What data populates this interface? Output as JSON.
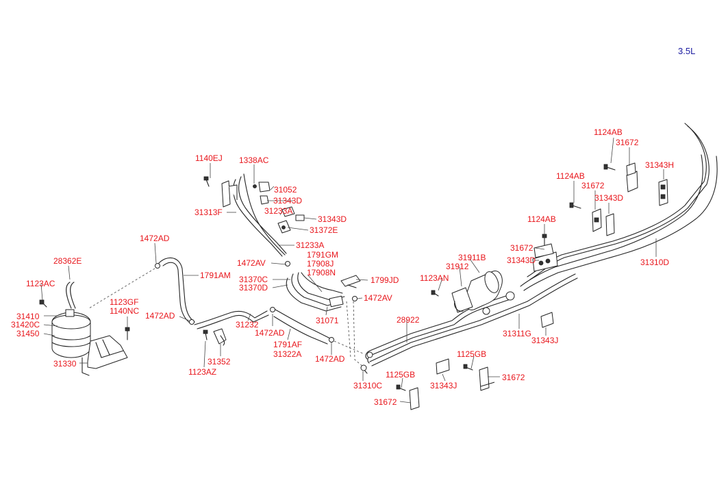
{
  "engine": "3.5L",
  "labels": [
    "1124AB",
    "31672",
    "31343H",
    "1124AB",
    "31672",
    "31343D",
    "1124AB",
    "31672",
    "31343D",
    "31911B",
    "31912",
    "31310D",
    "1140EJ",
    "1338AC",
    "31052",
    "31343D",
    "31313F",
    "31233A",
    "31343D",
    "31372E",
    "31233A",
    "1472AV",
    "1791GM",
    "17908J",
    "17908N",
    "1799JD",
    "1472AD",
    "1791AM",
    "28362E",
    "1123AC",
    "31370C",
    "31370D",
    "1472AV",
    "1123AN",
    "1123GF",
    "1140NC",
    "1472AD",
    "31232",
    "1472AD",
    "1791AF",
    "31322A",
    "31071",
    "28922",
    "31311G",
    "31343J",
    "31410",
    "31420C",
    "31450",
    "31330",
    "31352",
    "1123AZ",
    "1472AD",
    "1125GB",
    "31672",
    "1125GB",
    "31343J",
    "31310C",
    "31672"
  ]
}
